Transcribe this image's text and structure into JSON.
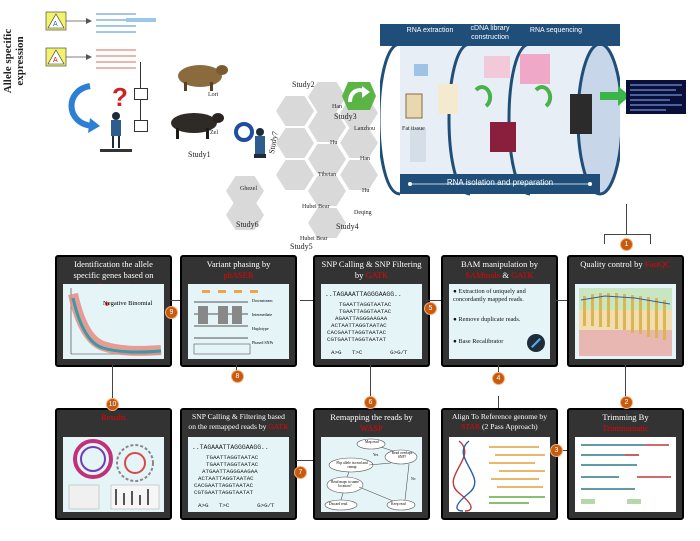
{
  "header": {
    "vertical_title": "Allele specific expression",
    "study1": "Study1",
    "study1_top": "Lori",
    "study1_bottom": "Zel",
    "study2": "Study2",
    "study3": "Study3",
    "study4": "Study4",
    "study5": "Study5",
    "study6": "Study6",
    "study7": "Study7",
    "breeds": [
      "Han",
      "Lanzhou",
      "Hu",
      "Han",
      "Tibetan",
      "Hu",
      "Ghezel",
      "Hubei Bear",
      "Deqing",
      "Hubei Bear"
    ]
  },
  "pipeline": {
    "rna_extraction": "RNA extraction",
    "cdna": "cDNA library construction",
    "rna_seq": "RNA sequencing",
    "fat_tissue": "Fat tissue",
    "isolation": "RNA isolation and preparation"
  },
  "panels": {
    "asg": {
      "title_a": "Identification the allele specific genes based on ",
      "title_b": "Binomial",
      "legend": "Negative Binomial"
    },
    "phasing": {
      "title_a": "Variant phasing by ",
      "title_b": "phASER",
      "labels": [
        "Downstream",
        "Intermediate",
        "Haplotype",
        "Phased SNPs"
      ]
    },
    "snp_calling": {
      "title_a": "SNP Calling & SNP Filtering by ",
      "title_b": "GATK",
      "seq_top": "..TAGAAATTAGGGAAGG..",
      "seqs": [
        "TGAATTAGGTAATAC",
        "TGAATTAGGTAATAC",
        "AGAATTAGGGAAGAA",
        "ACTAATTAGGTAATAC",
        "CACGAATTAGGTAATAC",
        "CGTGAATTAGGTAATAT"
      ],
      "alleles": "A>G   T>C        G>G/T"
    },
    "bam": {
      "title_a": "BAM manipulation by ",
      "title_b": "SAMtools",
      "title_c": " & ",
      "title_d": "GATK",
      "bullets": [
        "Extraction of uniquely and concordantly mapped reads.",
        "Remove duplicate reads.",
        "Base Recalibrator"
      ]
    },
    "qc": {
      "title_a": "Quality control by ",
      "title_b": "FastQC"
    },
    "results": {
      "title": "Results"
    },
    "snp_remap": {
      "title_a": "SNP Calling & Filtering based on the remapped reads by ",
      "title_b": "GATK",
      "seq_top": "..TAGAAATTAGGGAAGG..",
      "seqs": [
        "TGAATTAGGTAATAC",
        "TGAATTAGGTAATAC",
        "ATGAATTAGGGAAGAA",
        "ACTAATTAGGTAATAC",
        "CACGAATTAGGTAATAC",
        "CGTGAATTAGGTAATAT"
      ],
      "alleles": "A>G   T>C        G>G/T"
    },
    "remap": {
      "title_a": "Remapping the reads by ",
      "title_b": "WASP",
      "nodes": [
        "Map read",
        "Read overlaps SNP?",
        "Flip allele in read and remap",
        "Read maps to same location?",
        "Discard read",
        "Keep read"
      ],
      "yes": "Yes",
      "no": "No"
    },
    "align": {
      "title_a": "Align To Reference genome by ",
      "title_b": "STAR",
      "title_c": " (2 Pass Approach)"
    },
    "trim": {
      "title_a": "Trimming By ",
      "title_b": "Trimmomatic"
    }
  },
  "badges": [
    "1",
    "2",
    "3",
    "4",
    "5",
    "6",
    "7",
    "8",
    "9",
    "10"
  ],
  "colors": {
    "panel": "#333333",
    "panel_body": "#e4f4f7",
    "accent_red": "#e00000",
    "badge": "#c65a0e",
    "cylinder": "#1f4e79"
  }
}
